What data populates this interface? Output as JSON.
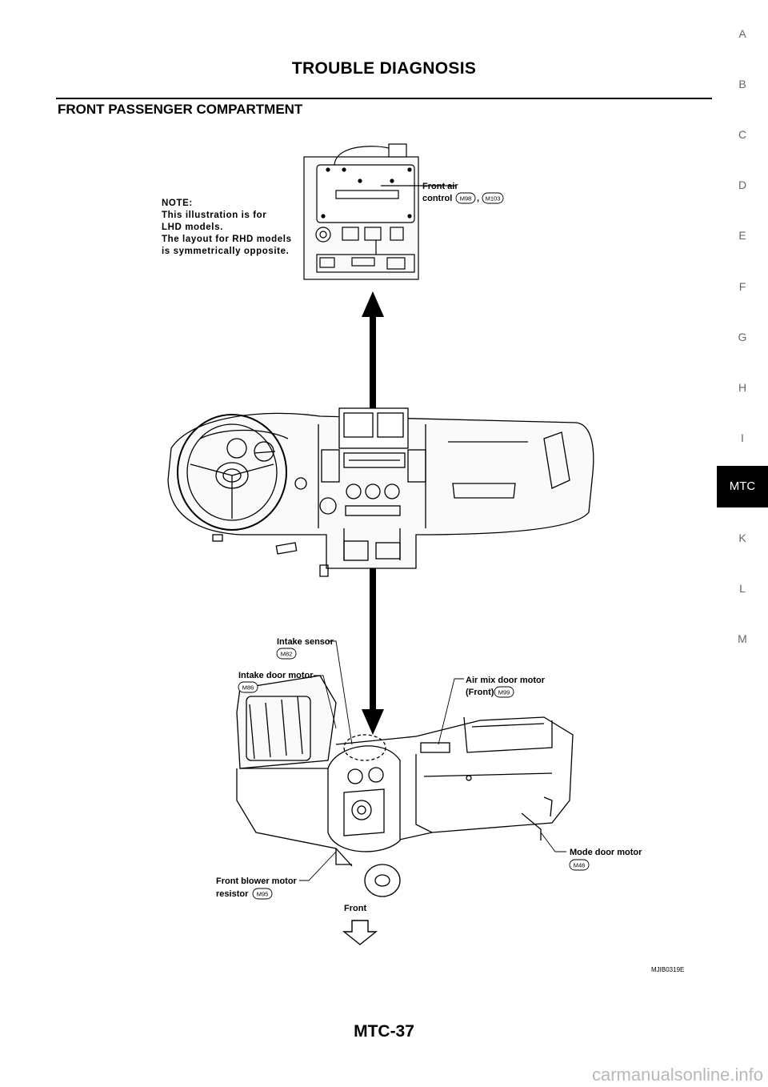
{
  "header": {
    "title": "TROUBLE DIAGNOSIS"
  },
  "section": {
    "title": "FRONT PASSENGER COMPARTMENT"
  },
  "side_tabs": [
    {
      "label": "A",
      "active": false
    },
    {
      "label": "B",
      "active": false
    },
    {
      "label": "C",
      "active": false
    },
    {
      "label": "D",
      "active": false
    },
    {
      "label": "E",
      "active": false
    },
    {
      "label": "F",
      "active": false
    },
    {
      "label": "G",
      "active": false
    },
    {
      "label": "H",
      "active": false
    },
    {
      "label": "I",
      "active": false
    },
    {
      "label": "MTC",
      "active": true
    },
    {
      "label": "K",
      "active": false
    },
    {
      "label": "L",
      "active": false
    },
    {
      "label": "M",
      "active": false
    }
  ],
  "figure": {
    "note": [
      "NOTE:",
      "This illustration is for",
      "LHD  models.",
      "The layout for RHD models",
      "is symmetrically opposite."
    ],
    "front_air_control": {
      "line1": "Front air",
      "line2": "control",
      "conn1": "M98",
      "sep": ",",
      "conn2": "M103"
    },
    "intake_sensor": {
      "label": "Intake sensor",
      "conn": "M82"
    },
    "intake_door_motor": {
      "label": "Intake door motor",
      "conn": "M86"
    },
    "air_mix_door_motor": {
      "line1": "Air mix door motor",
      "line2": "(Front)",
      "conn": "M99"
    },
    "mode_door_motor": {
      "label": "Mode door motor",
      "conn": "M46"
    },
    "blower_resistor": {
      "line1": "Front blower motor",
      "line2": "resistor",
      "conn": "M95"
    },
    "front_label": "Front",
    "figure_code": "MJIB0319E"
  },
  "footer": {
    "page_number": "MTC-37"
  },
  "watermark": "carmanualsonline.info"
}
